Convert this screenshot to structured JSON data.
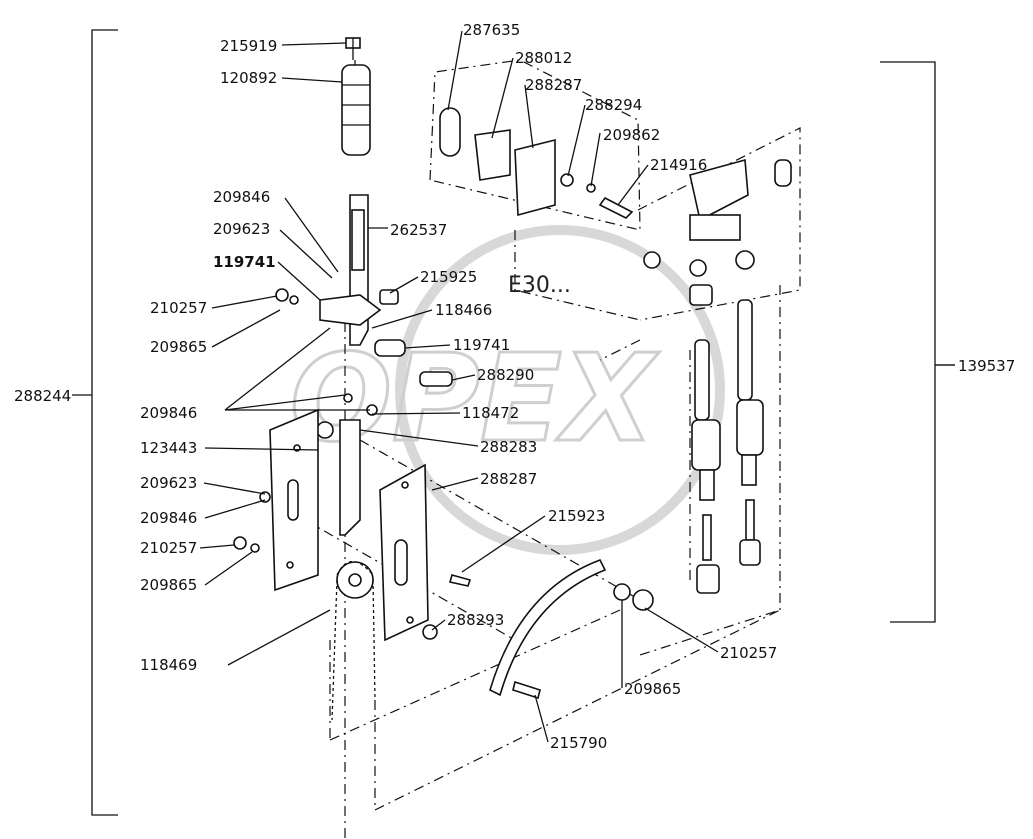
{
  "watermark": "OPEX",
  "callout_sub": "E30...",
  "labels": {
    "p215919": "215919",
    "p120892": "120892",
    "p287635": "287635",
    "p288012": "288012",
    "p288287a": "288287",
    "p288294": "288294",
    "p209862": "209862",
    "p214916": "214916",
    "p209846a": "209846",
    "p209623a": "209623",
    "p262537": "262537",
    "p119741a": "119741",
    "p215925": "215925",
    "p210257a": "210257",
    "p118466": "118466",
    "p209865a": "209865",
    "p119741b": "119741",
    "p288290": "288290",
    "p139537": "139537",
    "p288244": "288244",
    "p209846b": "209846",
    "p118472": "118472",
    "p123443": "123443",
    "p288283": "288283",
    "p288287b": "288287",
    "p209623b": "209623",
    "p209846c": "209846",
    "p215923": "215923",
    "p210257b": "210257",
    "p209865b": "209865",
    "p118469": "118469",
    "p288293": "288293",
    "p210257c": "210257",
    "p209865c": "209865",
    "p215790": "215790"
  }
}
